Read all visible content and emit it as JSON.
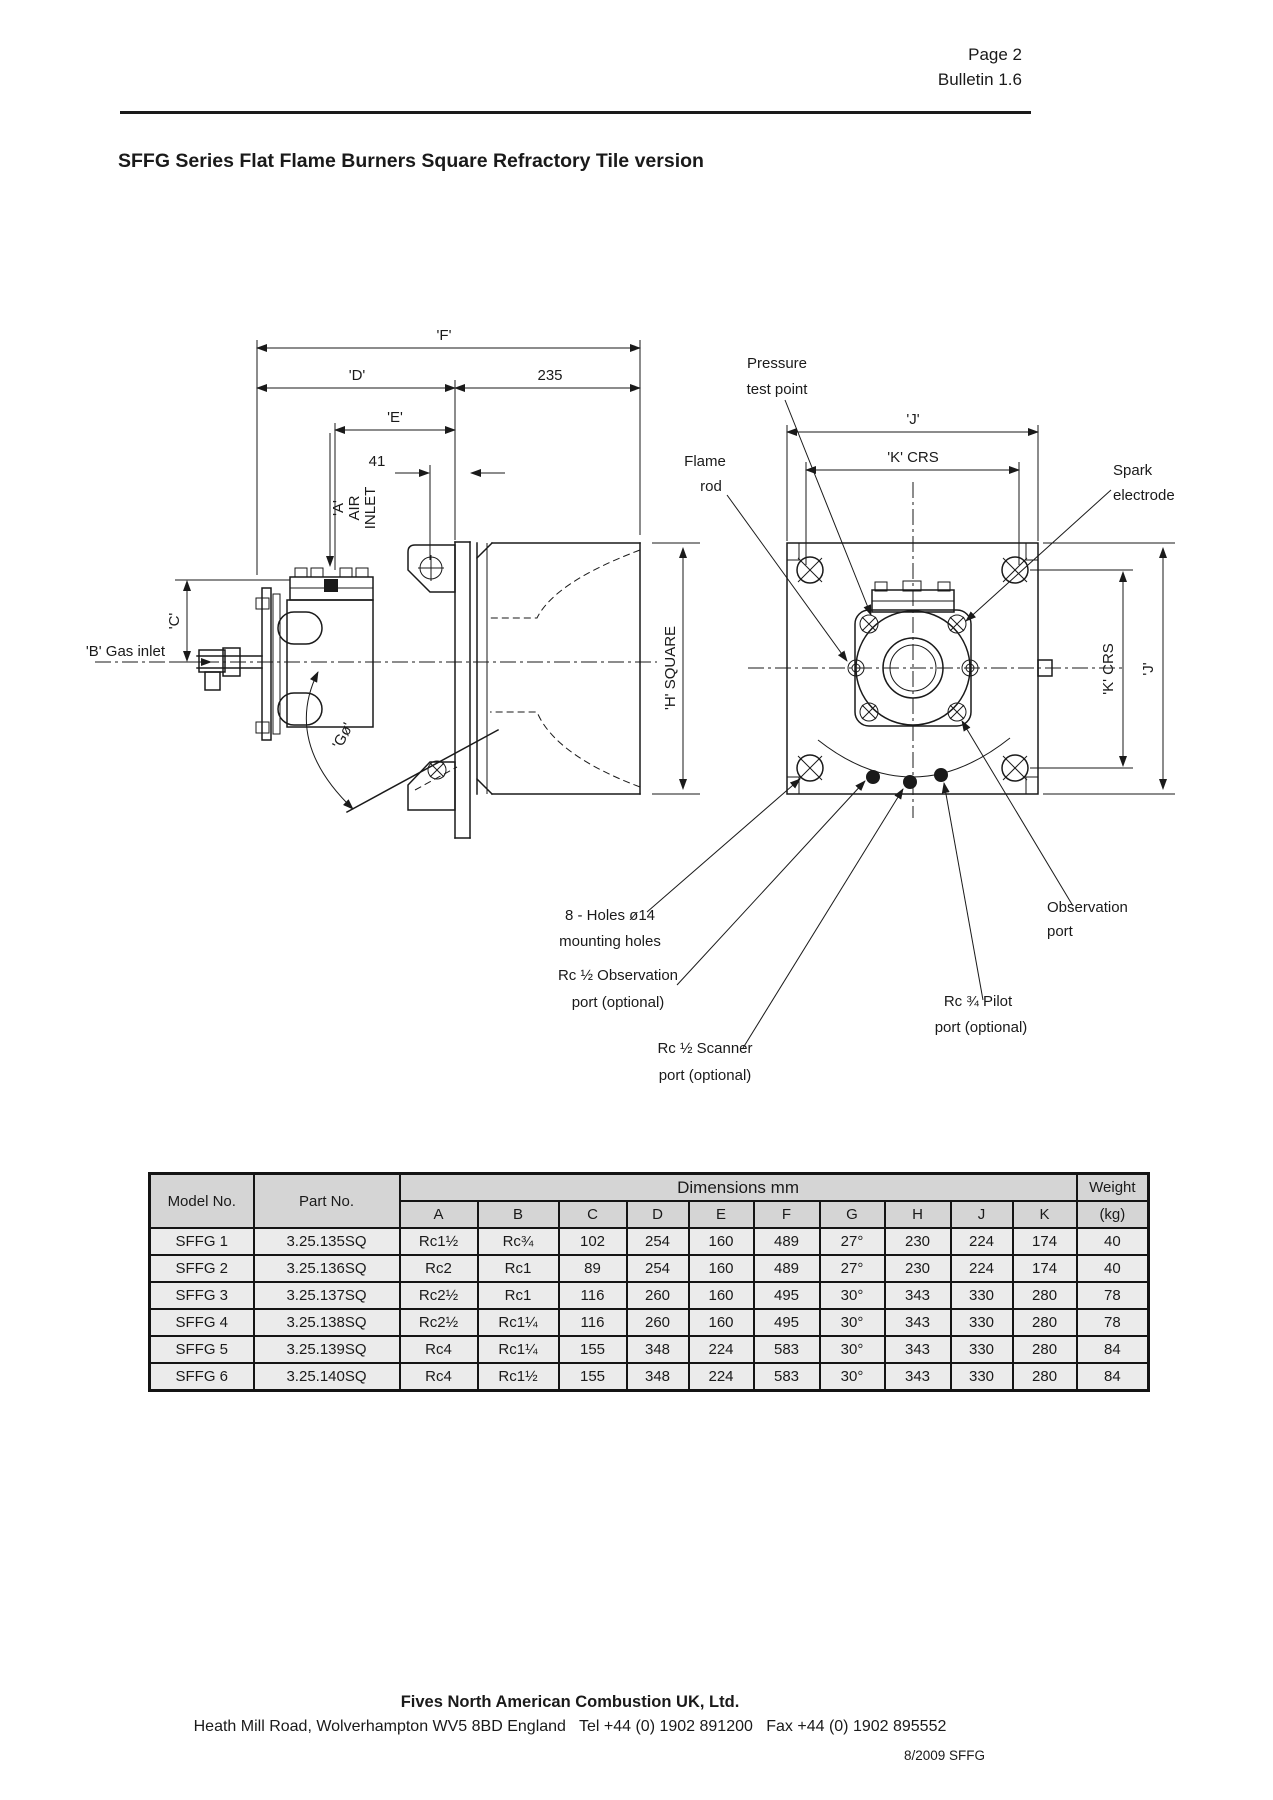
{
  "header": {
    "page": "Page 2",
    "bulletin": "Bulletin 1.6"
  },
  "title": "SFFG Series Flat Flame Burners Square Refractory Tile version",
  "drawing": {
    "side_view": {
      "dim_f": "'F'",
      "dim_d": "'D'",
      "dim_235": "235",
      "dim_e": "'E'",
      "dim_41": "41",
      "dim_c": "'C'",
      "dim_g": "'Gø'",
      "dim_h": "'H' SQUARE",
      "air_inlet": [
        "'A'",
        "AIR",
        "INLET"
      ],
      "gas_inlet": "'B' Gas inlet"
    },
    "front_view": {
      "dim_j_top": "'J'",
      "dim_k_top": "'K' CRS",
      "dim_k_right": "'K' CRS",
      "dim_j_right": "'J'",
      "callouts": {
        "pressure": [
          "Pressure",
          "test point"
        ],
        "flame_rod": [
          "Flame",
          "rod"
        ],
        "spark": [
          "Spark",
          "electrode"
        ],
        "holes": [
          "8 - Holes ø14",
          "mounting holes"
        ],
        "obs_optional": [
          "Rc ½ Observation",
          "port (optional)"
        ],
        "scanner_optional": [
          "Rc ½ Scanner",
          "port (optional)"
        ],
        "obs_port": [
          "Observation",
          "port"
        ],
        "pilot_optional": [
          "Rc ¾ Pilot",
          "port (optional)"
        ]
      }
    }
  },
  "table": {
    "dims_header": "Dimensions mm",
    "col_model": "Model No.",
    "col_part": "Part No.",
    "dim_cols": [
      "A",
      "B",
      "C",
      "D",
      "E",
      "F",
      "G",
      "H",
      "J",
      "K"
    ],
    "weight_label": "Weight",
    "weight_unit": "(kg)",
    "rows": [
      [
        "SFFG 1",
        "3.25.135SQ",
        "Rc1½",
        "Rc¾",
        "102",
        "254",
        "160",
        "489",
        "27°",
        "230",
        "224",
        "174",
        "40"
      ],
      [
        "SFFG 2",
        "3.25.136SQ",
        "Rc2",
        "Rc1",
        "89",
        "254",
        "160",
        "489",
        "27°",
        "230",
        "224",
        "174",
        "40"
      ],
      [
        "SFFG 3",
        "3.25.137SQ",
        "Rc2½",
        "Rc1",
        "116",
        "260",
        "160",
        "495",
        "30°",
        "343",
        "330",
        "280",
        "78"
      ],
      [
        "SFFG 4",
        "3.25.138SQ",
        "Rc2½",
        "Rc1¼",
        "116",
        "260",
        "160",
        "495",
        "30°",
        "343",
        "330",
        "280",
        "78"
      ],
      [
        "SFFG 5",
        "3.25.139SQ",
        "Rc4",
        "Rc1¼",
        "155",
        "348",
        "224",
        "583",
        "30°",
        "343",
        "330",
        "280",
        "84"
      ],
      [
        "SFFG 6",
        "3.25.140SQ",
        "Rc4",
        "Rc1½",
        "155",
        "348",
        "224",
        "583",
        "30°",
        "343",
        "330",
        "280",
        "84"
      ]
    ]
  },
  "footer": {
    "company": "Fives North American Combustion UK, Ltd.",
    "address": "Heath Mill Road, Wolverhampton WV5 8BD England   Tel +44 (0) 1902 891200   Fax +44 (0) 1902 895552",
    "doc_code": "8/2009 SFFG"
  },
  "colors": {
    "ink": "#1a1a1a",
    "table_header_bg": "#d5d5d5",
    "table_cell_bg": "#ebebeb"
  }
}
